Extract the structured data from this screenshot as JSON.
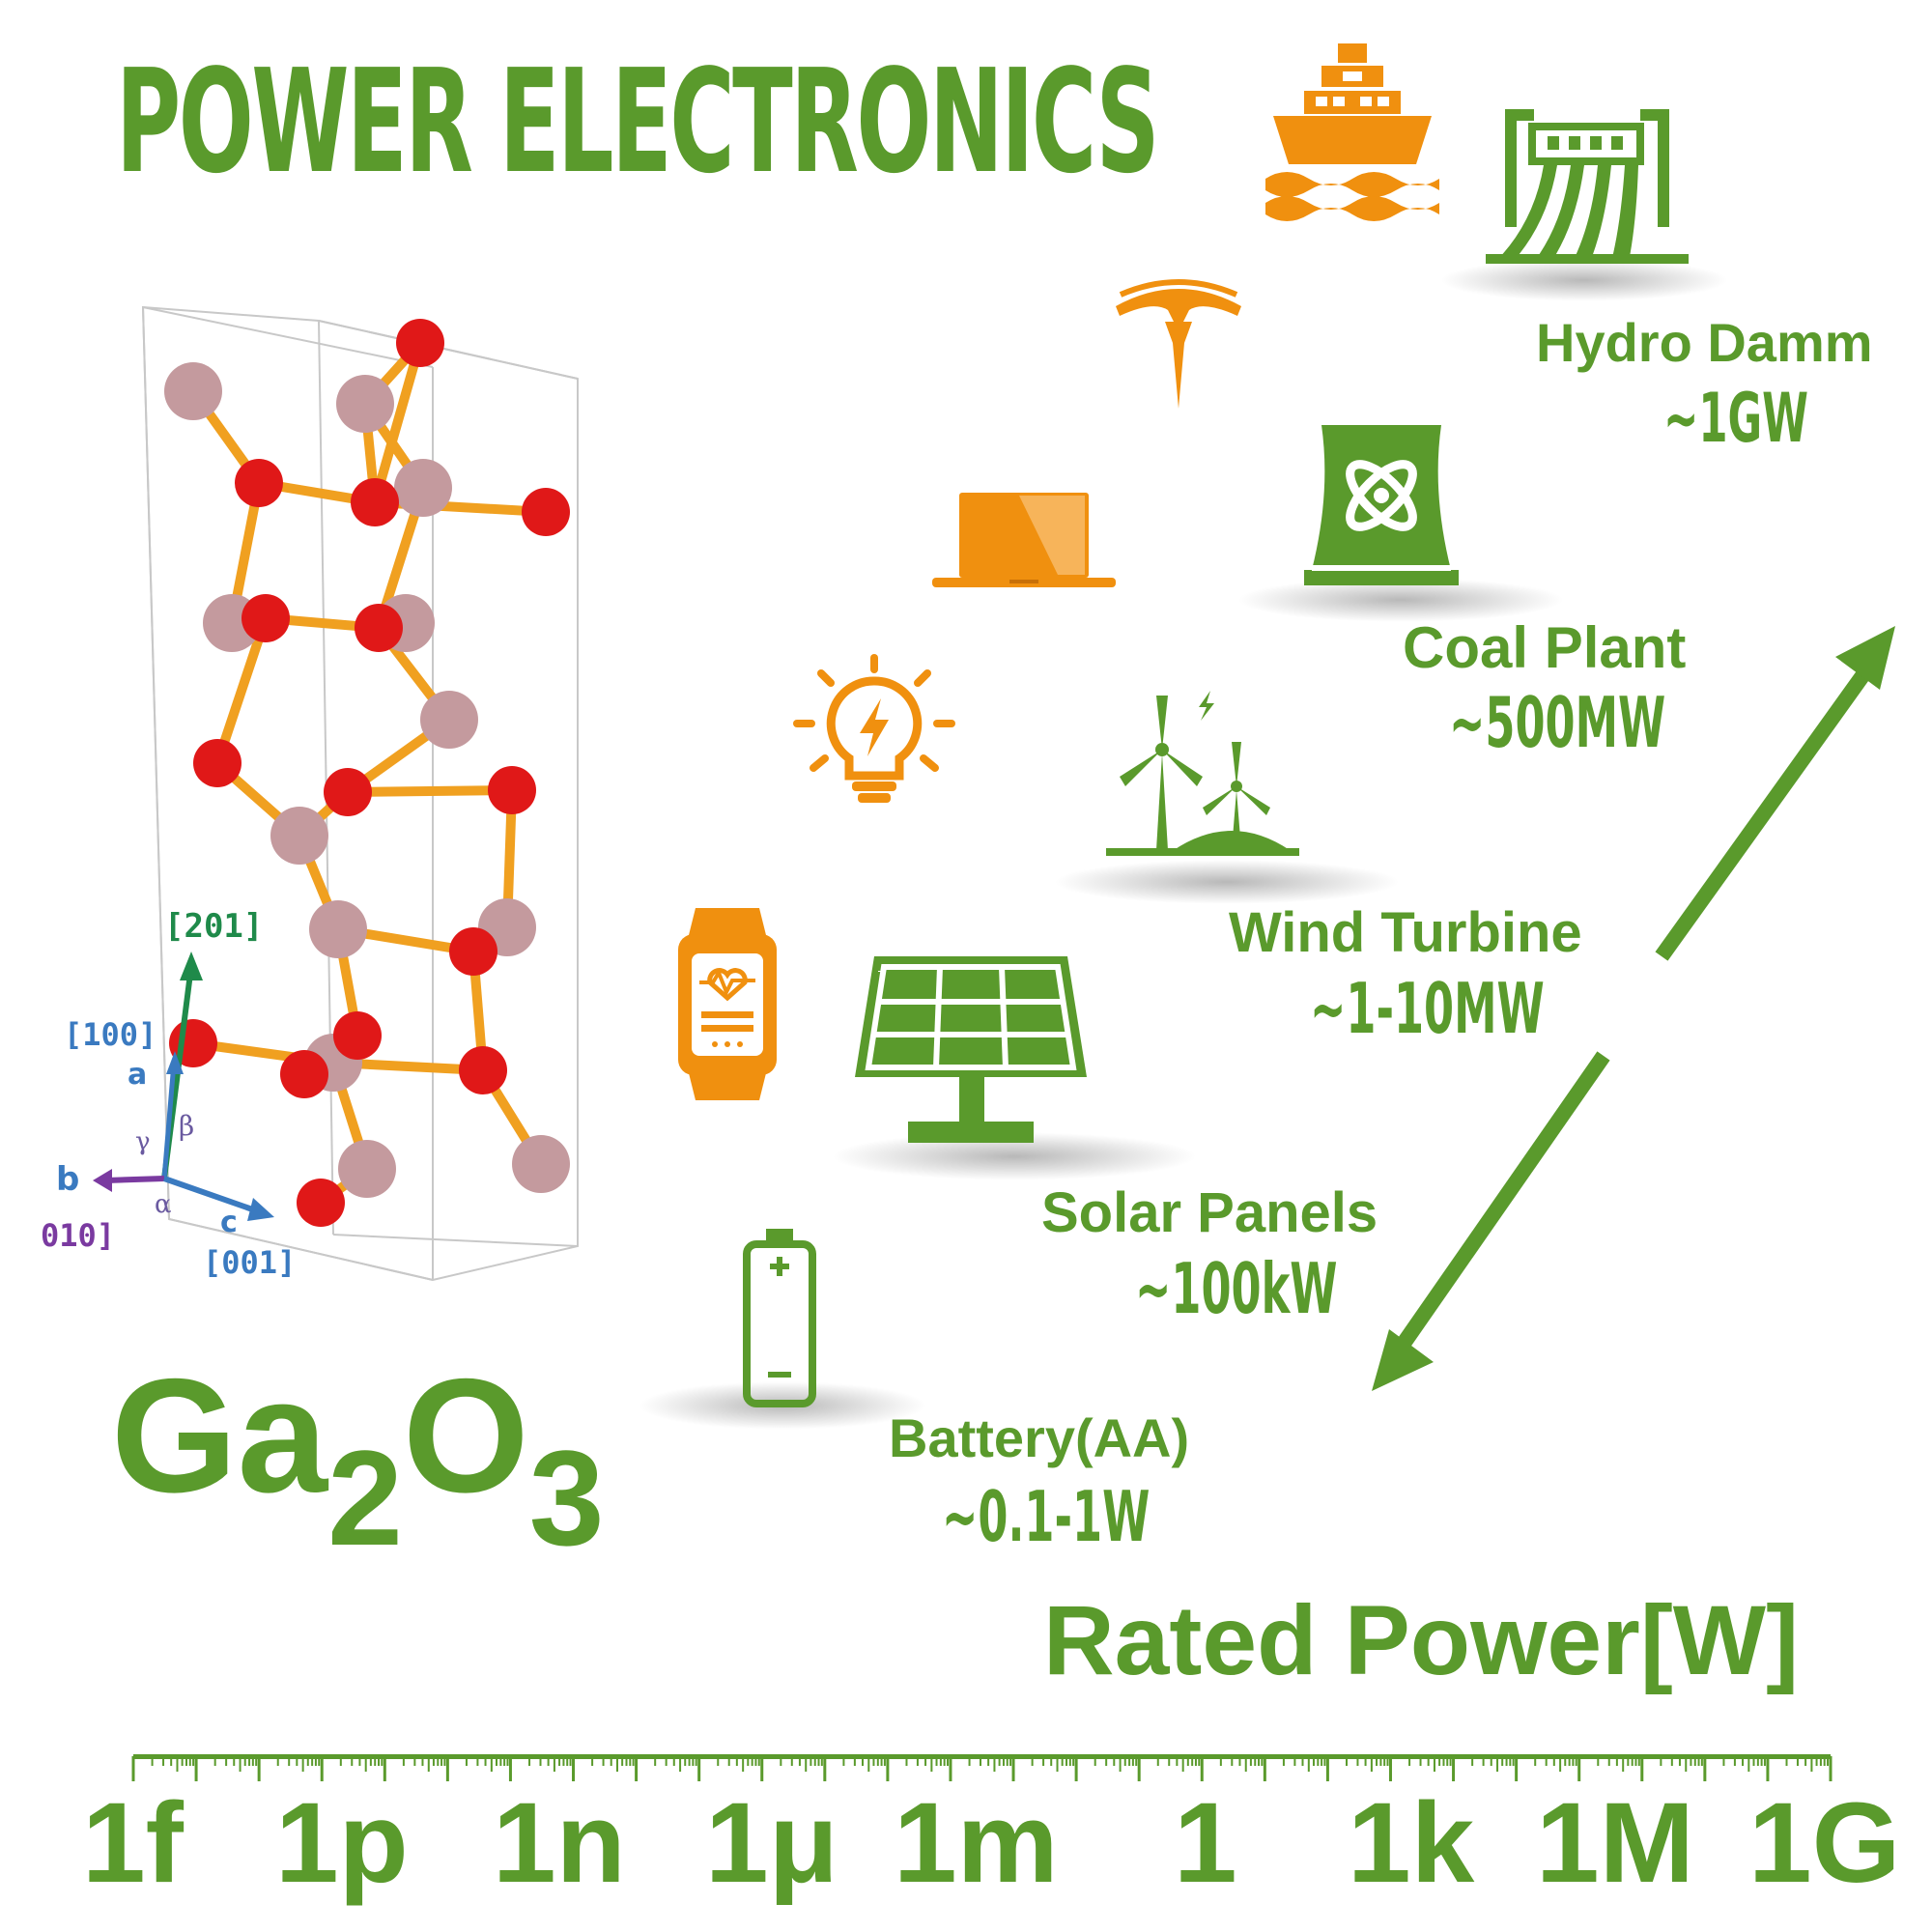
{
  "title": "POWER ELECTRONICS",
  "formula": {
    "base1": "Ga",
    "sub1": "2",
    "base2": "O",
    "sub2": "3"
  },
  "crystal": {
    "axis_labels": {
      "201": "[201]",
      "100": "[100]",
      "a": "a",
      "beta": "β",
      "gamma": "γ",
      "b": "b",
      "alpha": "α",
      "c": "c",
      "010": "010]",
      "001": "[001]"
    }
  },
  "applications": {
    "hydro": {
      "name": "Hydro Damm",
      "power": "~1GW"
    },
    "coal": {
      "name": "Coal Plant",
      "power": "~500MW"
    },
    "wind": {
      "name": "Wind Turbine",
      "power": "~1-10MW"
    },
    "solar": {
      "name": "Solar Panels",
      "power": "~100kW"
    },
    "battery": {
      "name": "Battery(AA)",
      "power": "~0.1-1W"
    }
  },
  "axis": {
    "title": "Rated Power[W]",
    "ticks": [
      "1f",
      "1p",
      "1n",
      "1μ",
      "1m",
      "1",
      "1k",
      "1M",
      "1G"
    ]
  },
  "colors": {
    "green": "#5a9a2c",
    "orange": "#f0900f",
    "oxygen": "#e01818",
    "gallium": "#c49a9e",
    "bond": "#f0a020"
  }
}
